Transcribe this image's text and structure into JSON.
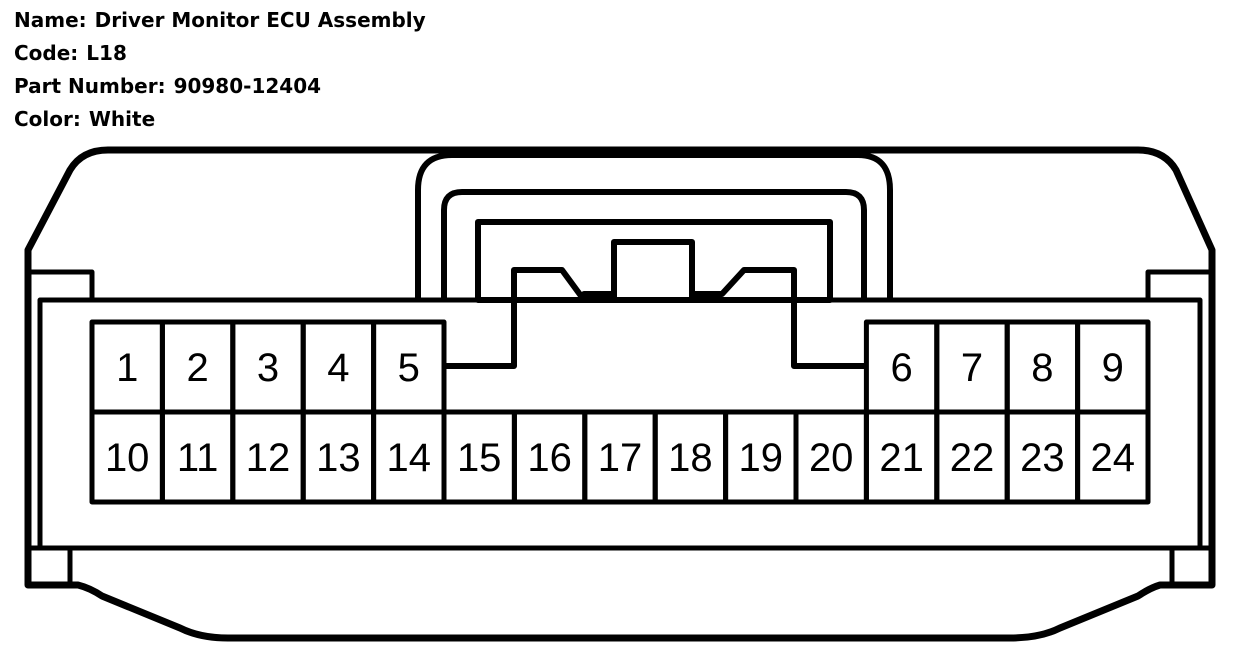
{
  "connector": {
    "name_label": "Name:",
    "name": "Driver Monitor ECU Assembly",
    "code_label": "Code:",
    "code": "L18",
    "part_number_label": "Part Number:",
    "part_number": "90980-12404",
    "color_label": "Color:",
    "color": "White"
  },
  "pins": {
    "top_left": [
      "1",
      "2",
      "3",
      "4",
      "5"
    ],
    "top_right": [
      "6",
      "7",
      "8",
      "9"
    ],
    "bottom": [
      "10",
      "11",
      "12",
      "13",
      "14",
      "15",
      "16",
      "17",
      "18",
      "19",
      "20",
      "21",
      "22",
      "23",
      "24"
    ]
  },
  "colors": {
    "stroke": "#000000",
    "background": "#ffffff"
  }
}
